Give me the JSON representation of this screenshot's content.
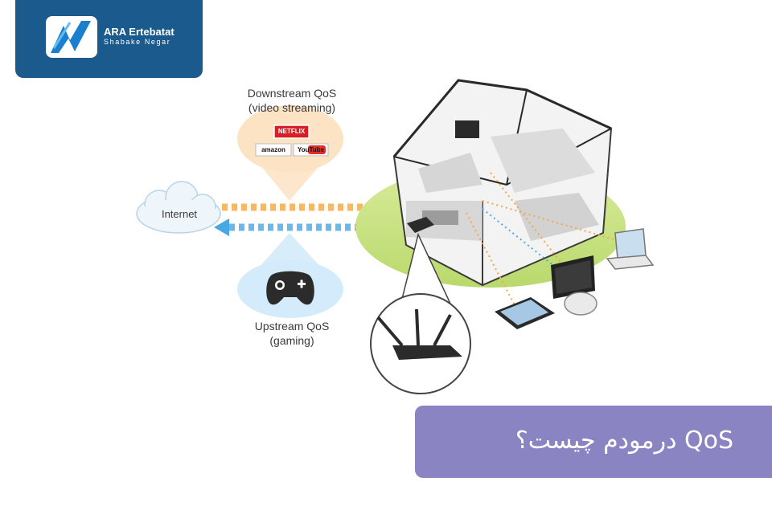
{
  "logo": {
    "company_name": "ARA Ertebatat",
    "tagline": "Shabake Negar",
    "brand_color": "#1b5a8c"
  },
  "diagram": {
    "downstream_label_line1": "Downstream QoS",
    "downstream_label_line2": "(video streaming)",
    "upstream_label_line1": "Upstream QoS",
    "upstream_label_line2": "(gaming)",
    "cloud_label": "Internet",
    "service_logos": [
      "NETFLIX",
      "amazon",
      "YouTube"
    ],
    "downstream_color": "#f6a54a",
    "upstream_color": "#4aa8e0",
    "icons": [
      "cloud-icon",
      "house-icon",
      "router-icon",
      "gamepad-icon",
      "laptop-icon",
      "tablet-icon",
      "tv-icon"
    ]
  },
  "banner": {
    "title": "QoS درمودم چیست؟",
    "color": "#8a84c2"
  }
}
